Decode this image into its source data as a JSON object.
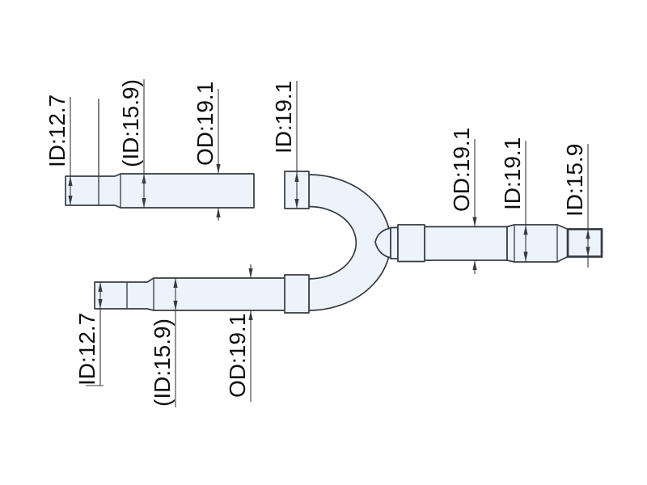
{
  "colors": {
    "background": "#ffffff",
    "tube_fill": "#edf3fb",
    "line": "#363b42",
    "text": "#0f0f10"
  },
  "dimensions": {
    "top_tube": {
      "inner_small": "ID:12.7",
      "inner_socket": "(ID:15.9)",
      "outer": "OD:19.1"
    },
    "bend_arm": {
      "inner": "ID:19.1"
    },
    "right_outlet": {
      "outer": "OD:19.1",
      "inner_bell": "ID:19.1",
      "inner_end": "ID:15.9"
    },
    "bottom_tube": {
      "inner_small": "ID:12.7",
      "inner_socket": "(ID:15.9)",
      "outer": "OD:19.1"
    }
  }
}
